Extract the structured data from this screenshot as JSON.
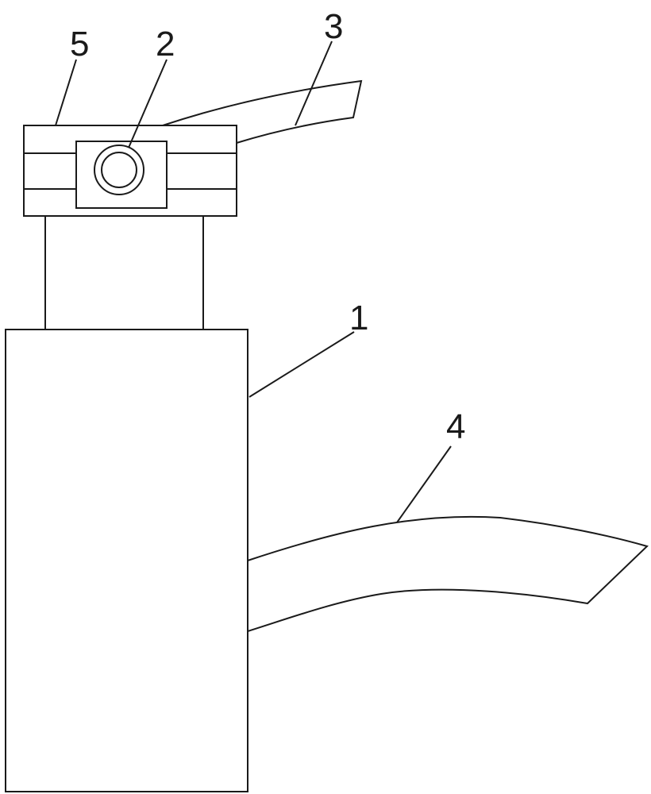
{
  "diagram": {
    "callouts": {
      "body": "1",
      "knob": "2",
      "handle": "3",
      "spout": "4",
      "head": "5"
    },
    "colors": {
      "line": "#1a1a1a",
      "background": "#ffffff"
    }
  }
}
